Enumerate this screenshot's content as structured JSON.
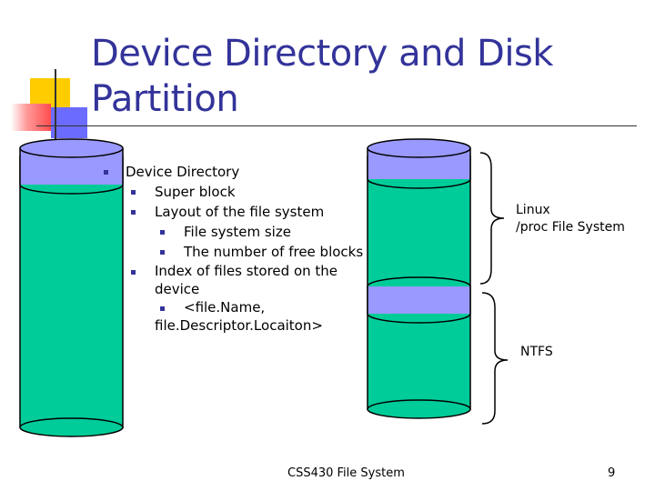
{
  "title": {
    "line1": "Device Directory and Disk",
    "line2": "Partition"
  },
  "bullets": {
    "device_directory": "Device Directory",
    "super_block": "Super block",
    "layout": "Layout of the file system",
    "fs_size": "File system size",
    "free_blocks": "The number of free blocks",
    "index_line1": "Index of files stored on the",
    "index_line2": "device",
    "entry_line1": "<file.Name,",
    "entry_line2": "file.Descriptor.Locaiton>"
  },
  "labels": {
    "linux_line1": "Linux",
    "linux_line2": "/proc File System",
    "ntfs": "NTFS"
  },
  "footer": "CSS430 File System",
  "page_number": "9",
  "colors": {
    "title": "#33339a",
    "disk_body": "#00cc99",
    "disk_top": "#9999ff",
    "deco_yellow": "#ffcc00",
    "deco_red": "#ff6666",
    "deco_blue": "#6666ff"
  }
}
